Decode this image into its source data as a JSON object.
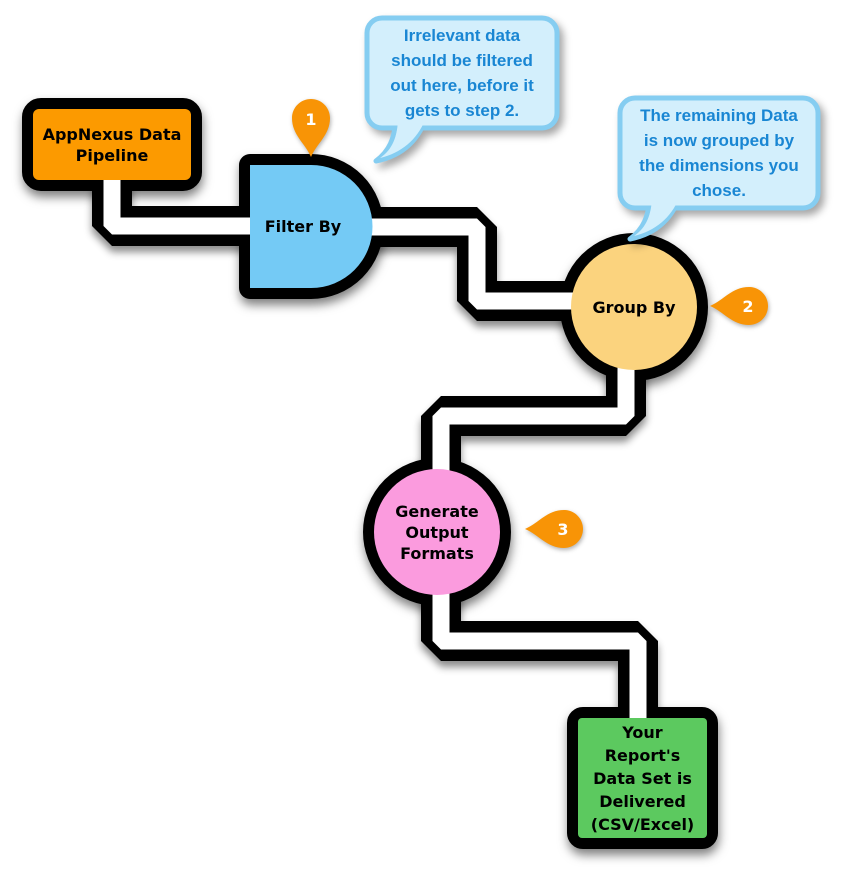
{
  "nodes": {
    "source": {
      "lines": {
        "l1": "AppNexus Data",
        "l2": "Pipeline"
      },
      "fill": "#FC9A00"
    },
    "filter": {
      "label": "Filter By",
      "fill": "#74CAF5"
    },
    "group": {
      "label": "Group By",
      "fill": "#FBD37E"
    },
    "generate": {
      "lines": {
        "l1": "Generate",
        "l2": "Output",
        "l3": "Formats"
      },
      "fill": "#FB9BDE"
    },
    "deliver": {
      "lines": {
        "l1": "Your",
        "l2": "Report's",
        "l3": "Data Set is",
        "l4": "Delivered",
        "l5": "(CSV/Excel)"
      },
      "fill": "#5CC95F"
    }
  },
  "callouts": {
    "filter_note": {
      "lines": {
        "l1": "Irrelevant data",
        "l2": "should be filtered",
        "l3": "out here, before it",
        "l4": "gets to step 2."
      },
      "fill": "#D3EFFC",
      "border": "#85CDF1",
      "text_color": "#1986D3"
    },
    "group_note": {
      "lines": {
        "l1": "The remaining Data",
        "l2": "is now grouped by",
        "l3": "the dimensions you",
        "l4": "chose."
      },
      "fill": "#D3EFFC",
      "border": "#85CDF1",
      "text_color": "#1986D3"
    }
  },
  "markers": {
    "step1": "1",
    "step2": "2",
    "step3": "3",
    "fill": "#F89406"
  }
}
